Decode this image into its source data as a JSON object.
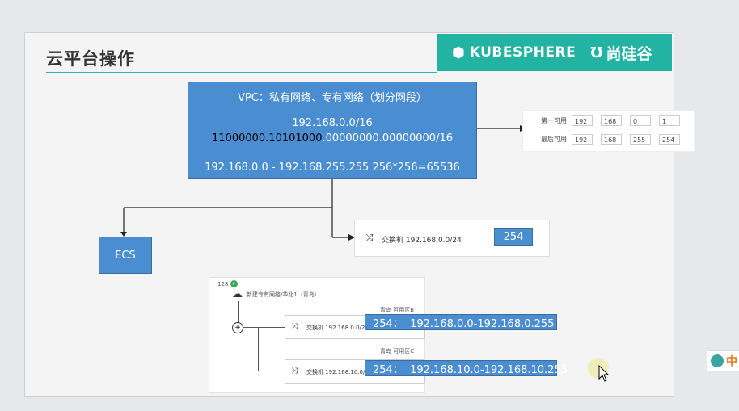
{
  "slide": {
    "title": "云平台操作",
    "brand": {
      "kubesphere": "KUBESPHERE",
      "atguigu": "尚硅谷"
    }
  },
  "vpc_box": {
    "line1": "VPC：私有网络、专有网络（划分网段）",
    "line2": "192.168.0.0/16",
    "line3_highlight": "11000000.10101000",
    "line3_rest": ".00000000.00000000/16",
    "line4": "192.168.0.0 - 192.168.255.255  256*256=65536"
  },
  "ecs_box": {
    "label": "ECS"
  },
  "ip_range": {
    "first_label": "第一可用",
    "first": [
      "192",
      "168",
      "0",
      "1"
    ],
    "last_label": "最后可用",
    "last": [
      "192",
      "168",
      "255",
      "254"
    ]
  },
  "switch_card": {
    "label": "交换机 192.168.0.0/24",
    "count": "254"
  },
  "network_panel": {
    "count_label": "128",
    "vpc_name": "新建专有网络/华北1（青岛）",
    "zone_b": "青岛 可用区B",
    "zone_c": "青岛 可用区C",
    "switch1": "交换机 192.168.0.0/24",
    "switch2": "交换机 192.168.10.0/24",
    "range1": "254：  192.168.0.0-192.168.0.255",
    "range2": "254：  192.168.10.0-192.168.10.255"
  },
  "corner": {
    "logo_text": "中"
  },
  "colors": {
    "accent_teal": "#22b3a3",
    "box_blue": "#4a8ed1"
  }
}
